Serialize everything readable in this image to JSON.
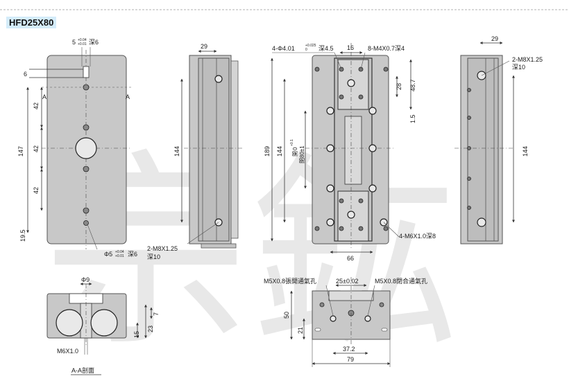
{
  "title": "HFD25X80",
  "view_front": {
    "top_tol": "5",
    "top_tol_sup": "+0.04",
    "top_tol_sub": "+0.01",
    "top_tol_depth": "深6",
    "dim_6": "6",
    "dim_42a": "42",
    "dim_147": "147",
    "dim_42b": "42",
    "dim_42c": "42",
    "dim_19_5": "19.5",
    "section_a_left": "A",
    "section_a_right": "A",
    "bottom_hole": "Φ5",
    "bottom_hole_sup": "+0.04",
    "bottom_hole_sub": "+0.01",
    "bottom_hole_depth": "深6"
  },
  "view_side_left": {
    "dim_29": "29",
    "dim_144": "144",
    "thread": "2-M8X1.25",
    "thread_depth": "深10"
  },
  "view_top": {
    "pin_hole": "4-Φ4.01",
    "pin_hole_sup": "+0.025",
    "pin_hole_sub": "0",
    "pin_hole_depth": "深4.5",
    "dim_16": "16",
    "thread_top": "8-M4X0.7深4",
    "dim_28": "28",
    "dim_48_7": "48.7",
    "dim_1_5": "1.5",
    "dim_189": "189",
    "dim_144": "144",
    "open_label": "開",
    "open_val": "0",
    "open_sup": "+0.1",
    "close_label": "閉80±1",
    "bottom_thread": "4-M6X1.0深8",
    "dim_66": "66"
  },
  "view_side_right": {
    "dim_29": "29",
    "thread": "2-M8X1.25",
    "thread_depth": "深10",
    "dim_144": "144"
  },
  "section_aa": {
    "dim_phi9": "Φ9",
    "dim_7": "7",
    "dim_23": "23",
    "dim_15": "15",
    "thread": "M6X1.0",
    "caption": "A-A剖面"
  },
  "view_end": {
    "port_open": "M5X0.8張開通氣孔",
    "dim_25": "25±0.02",
    "port_close": "M5X0.8閉合通氣孔",
    "dim_50": "50",
    "dim_21": "21",
    "dim_37_2": "37.2",
    "dim_79": "79"
  },
  "watermark": "宗鈜",
  "colors": {
    "badge_bg": "#d4ecfa",
    "body": "#c8c8c8",
    "line": "#333333"
  }
}
